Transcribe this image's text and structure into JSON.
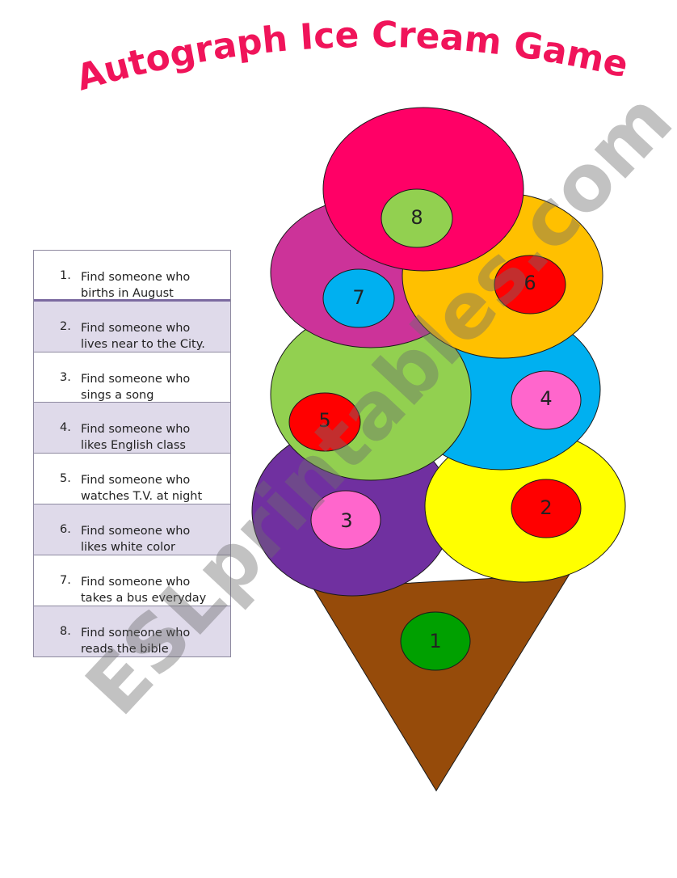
{
  "title": "Autograph Ice Cream Game",
  "watermark": "ESLprintables.com",
  "tasks": [
    {
      "num": "1.",
      "line1": "Find someone who",
      "line2": "births in August"
    },
    {
      "num": "2.",
      "line1": "Find someone who",
      "line2": "lives near to the City."
    },
    {
      "num": "3.",
      "line1": "Find someone who",
      "line2": "sings a song"
    },
    {
      "num": "4.",
      "line1": "Find someone who",
      "line2": "likes English class"
    },
    {
      "num": "5.",
      "line1": "Find someone who",
      "line2": "watches T.V. at night"
    },
    {
      "num": "6.",
      "line1": "Find someone who",
      "line2": "likes white color"
    },
    {
      "num": "7.",
      "line1": "Find someone who",
      "line2": "takes a bus everyday"
    },
    {
      "num": "8.",
      "line1": "Find someone who",
      "line2": "reads the bible"
    }
  ],
  "ice_cream": {
    "cone": {
      "label": "1",
      "cone_color": "#964b0a",
      "badge_color": "#00a000"
    },
    "scoops": [
      {
        "label": "2",
        "scoop_color": "#ffff00",
        "badge_color": "#ff0000"
      },
      {
        "label": "3",
        "scoop_color": "#7030a0",
        "badge_color": "#ff66cc"
      },
      {
        "label": "4",
        "scoop_color": "#00b0f0",
        "badge_color": "#ff66cc"
      },
      {
        "label": "5",
        "scoop_color": "#92d050",
        "badge_color": "#ff0000"
      },
      {
        "label": "6",
        "scoop_color": "#ffc000",
        "badge_color": "#ff0000"
      },
      {
        "label": "7",
        "scoop_color": "#cc3399",
        "badge_color": "#00b0f0"
      },
      {
        "label": "8",
        "scoop_color": "#ff0066",
        "badge_color": "#92d050"
      }
    ]
  }
}
